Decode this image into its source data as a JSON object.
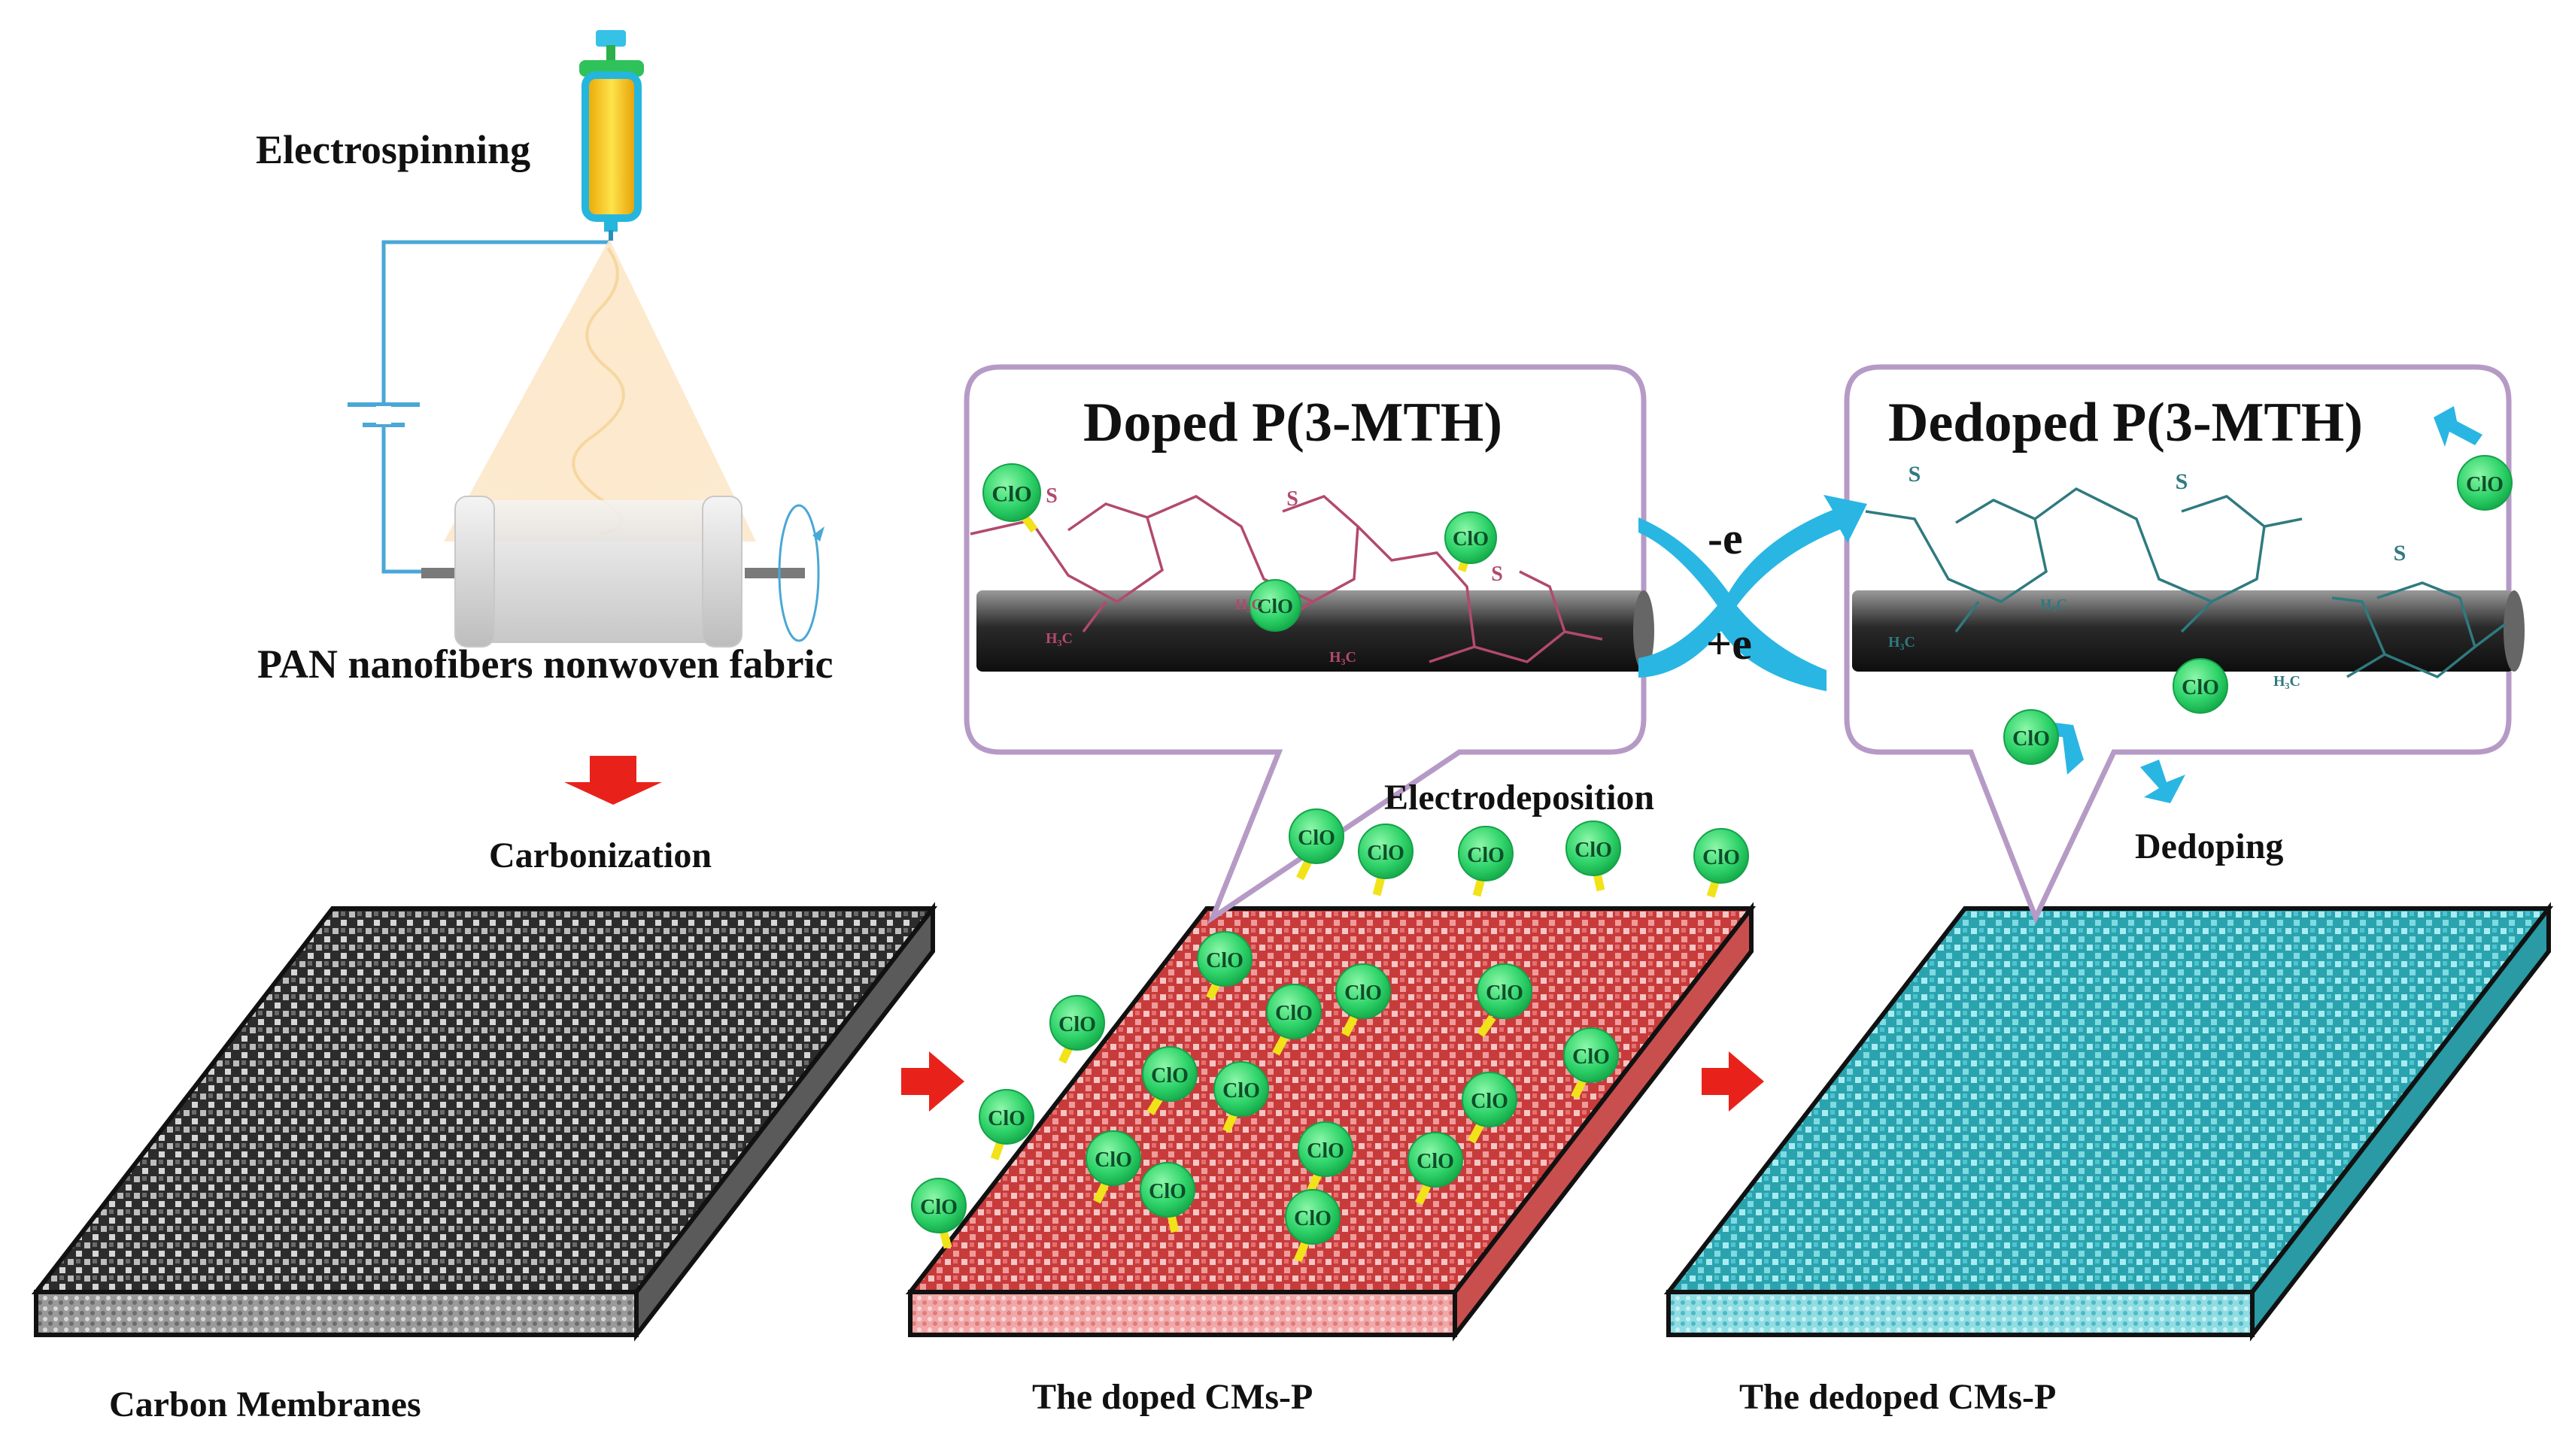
{
  "labels": {
    "electrospinning": "Electrospinning",
    "pan_fabric": "PAN nanofibers nonwoven fabric",
    "carbonization": "Carbonization",
    "carbon_membranes": "Carbon Membranes",
    "electrodeposition": "Electrodeposition",
    "doped_cms": "The doped CMs-P",
    "dedoping": "Dedoping",
    "dedoped_cms": "The dedoped CMs-P",
    "doped_title": "Doped P(3-MTH)",
    "dedoped_title": "Dedoped P(3-MTH)",
    "minus_e": "-e",
    "plus_e": "+e"
  },
  "molecule_text": {
    "ion": "ClO",
    "sulfur": "S",
    "methyl": "H₃C"
  },
  "colors": {
    "arrow_red": "#e8221b",
    "cyan_arrow": "#29b6e3",
    "callout_border": "#b69ac6",
    "doped_membrane": "#e26d6d",
    "dedoped_membrane": "#4fc3cf",
    "carbon_membrane": "#3a3a3a",
    "ion_green": "#2fd36a",
    "bond_yellow": "#f2e21a",
    "circuit_blue": "#4aa7d6"
  }
}
